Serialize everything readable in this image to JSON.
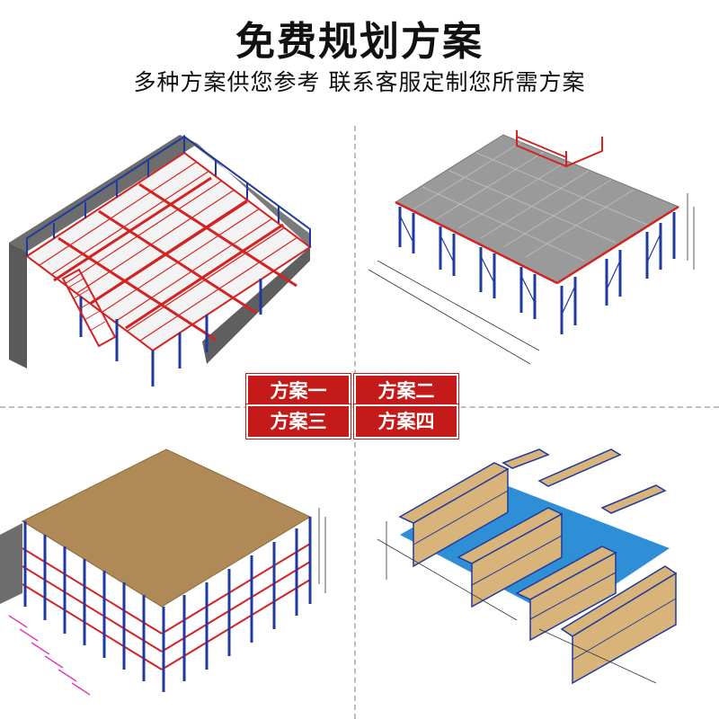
{
  "header": {
    "title": "免费规划方案",
    "subtitle": "多种方案供您参考  联系客服定制您所需方案"
  },
  "plans": [
    {
      "label": "方案一"
    },
    {
      "label": "方案二"
    },
    {
      "label": "方案三"
    },
    {
      "label": "方案四"
    }
  ],
  "colors": {
    "badge": "#c41a1a",
    "frame_blue": "#1f3a9e",
    "beam_red": "#d42222",
    "wall_grey": "#6d6d6d",
    "deck_grey": "#9a9a9a",
    "deck_tan": "#b08a56",
    "shelf_tan": "#d8b47a",
    "floor_blue": "#2e8fd6"
  }
}
